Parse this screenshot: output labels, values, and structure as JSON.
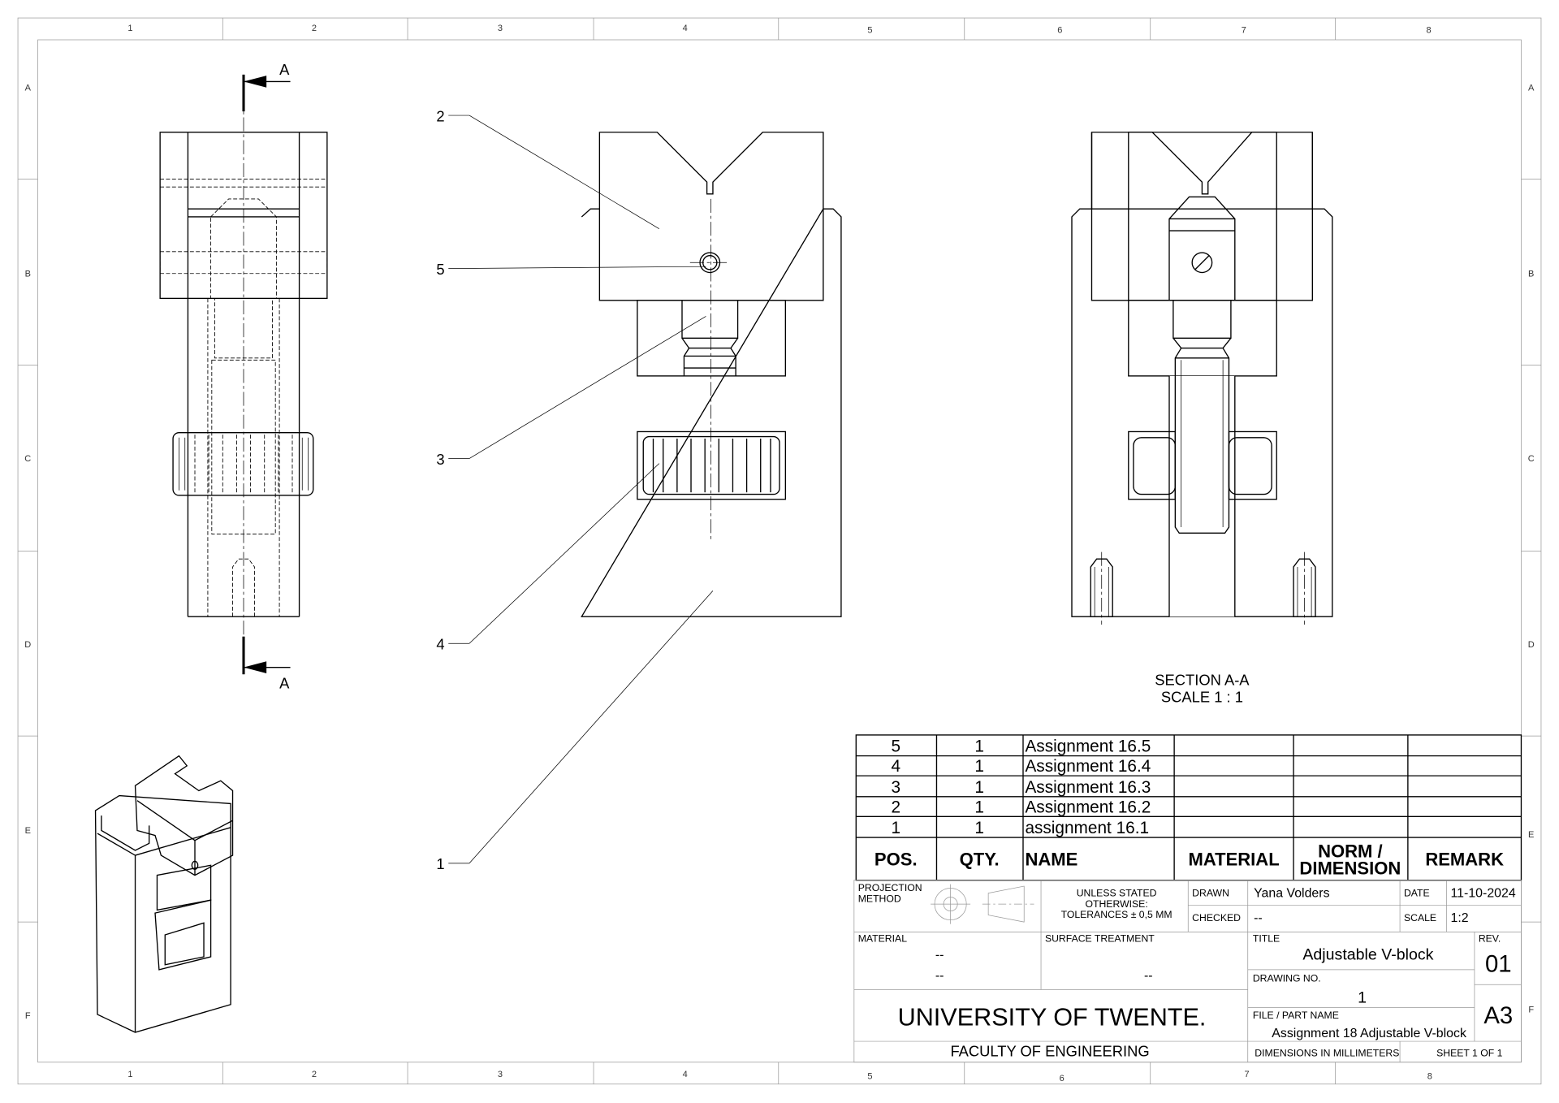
{
  "sheet": {
    "zones_columns": [
      "1",
      "2",
      "3",
      "4",
      "5",
      "6",
      "7",
      "8"
    ],
    "zones_rows": [
      "A",
      "B",
      "C",
      "D",
      "E",
      "F"
    ]
  },
  "views": {
    "section_marker": "A",
    "section_title": "SECTION A-A",
    "section_scale": "SCALE 1 : 1",
    "balloons": [
      "1",
      "2",
      "3",
      "4",
      "5"
    ]
  },
  "bom": {
    "rows": [
      {
        "pos": "5",
        "qty": "1",
        "name": "Assignment 16.5"
      },
      {
        "pos": "4",
        "qty": "1",
        "name": "Assignment 16.4"
      },
      {
        "pos": "3",
        "qty": "1",
        "name": "Assignment 16.3"
      },
      {
        "pos": "2",
        "qty": "1",
        "name": "Assignment 16.2"
      },
      {
        "pos": "1",
        "qty": "1",
        "name": "assignment 16.1"
      }
    ],
    "headers": {
      "pos": "POS.",
      "qty": "QTY.",
      "name": "NAME",
      "material": "MATERIAL",
      "norm1": "NORM /",
      "norm2": "DIMENSION",
      "remark": "REMARK"
    }
  },
  "title_block": {
    "projection_label1": "PROJECTION",
    "projection_label2": "METHOD",
    "tol1": "UNLESS STATED",
    "tol2": "OTHERWISE:",
    "tol3": "TOLERANCES ± 0,5 MM",
    "drawn_label": "DRAWN",
    "drawn_value": "Yana Volders",
    "checked_label": "CHECKED",
    "checked_value": "--",
    "date_label": "DATE",
    "date_value": "11-10-2024",
    "scale_label": "SCALE",
    "scale_value": "1:2",
    "material_label": "MATERIAL",
    "material_value1": "--",
    "material_value2": "--",
    "surface_label": "SURFACE TREATMENT",
    "surface_value": "--",
    "title_label": "TITLE",
    "title_value": "Adjustable V-block",
    "rev_label": "REV.",
    "rev_value": "01",
    "drawing_no_label": "DRAWING NO.",
    "drawing_no_value": "1",
    "file_label": "FILE / PART NAME",
    "file_value": "Assignment 18 Adjustable V-block",
    "size": "A3",
    "university": "UNIVERSITY OF TWENTE.",
    "faculty": "FACULTY OF ENGINEERING",
    "dims": "DIMENSIONS IN MILLIMETERS",
    "sheet": "SHEET 1 OF 1"
  }
}
